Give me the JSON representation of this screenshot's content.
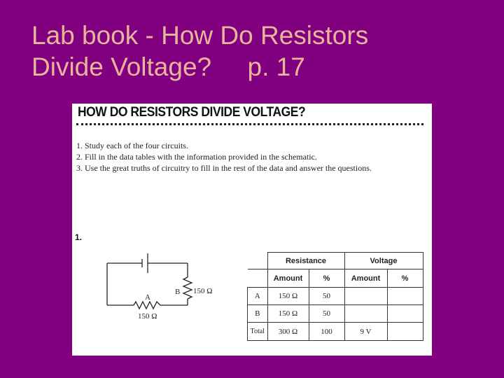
{
  "slide": {
    "title_line1": "Lab book - How Do Resistors",
    "title_line2": "Divide Voltage?     p. 17"
  },
  "worksheet": {
    "title": "HOW DO RESISTORS DIVIDE VOLTAGE?",
    "steps": [
      "1. Study each of the four circuits.",
      "2. Fill in the data tables with the information provided in the schematic.",
      "3. Use the great truths of circuitry to fill in the rest of the data and answer the questions."
    ],
    "problem_number": "1.",
    "circuit": {
      "resistor_a_label": "A",
      "resistor_a_value": "150 Ω",
      "resistor_b_label": "B",
      "resistor_b_value": "150 Ω"
    },
    "table": {
      "group_resistance": "Resistance",
      "group_voltage": "Voltage",
      "col_amount": "Amount",
      "col_percent": "%",
      "rows": [
        {
          "label": "A",
          "res_amount": "150 Ω",
          "res_pct": "50",
          "volt_amount": "",
          "volt_pct": ""
        },
        {
          "label": "B",
          "res_amount": "150 Ω",
          "res_pct": "50",
          "volt_amount": "",
          "volt_pct": ""
        },
        {
          "label": "Total",
          "res_amount": "300 Ω",
          "res_pct": "100",
          "volt_amount": "9 V",
          "volt_pct": ""
        }
      ]
    }
  }
}
